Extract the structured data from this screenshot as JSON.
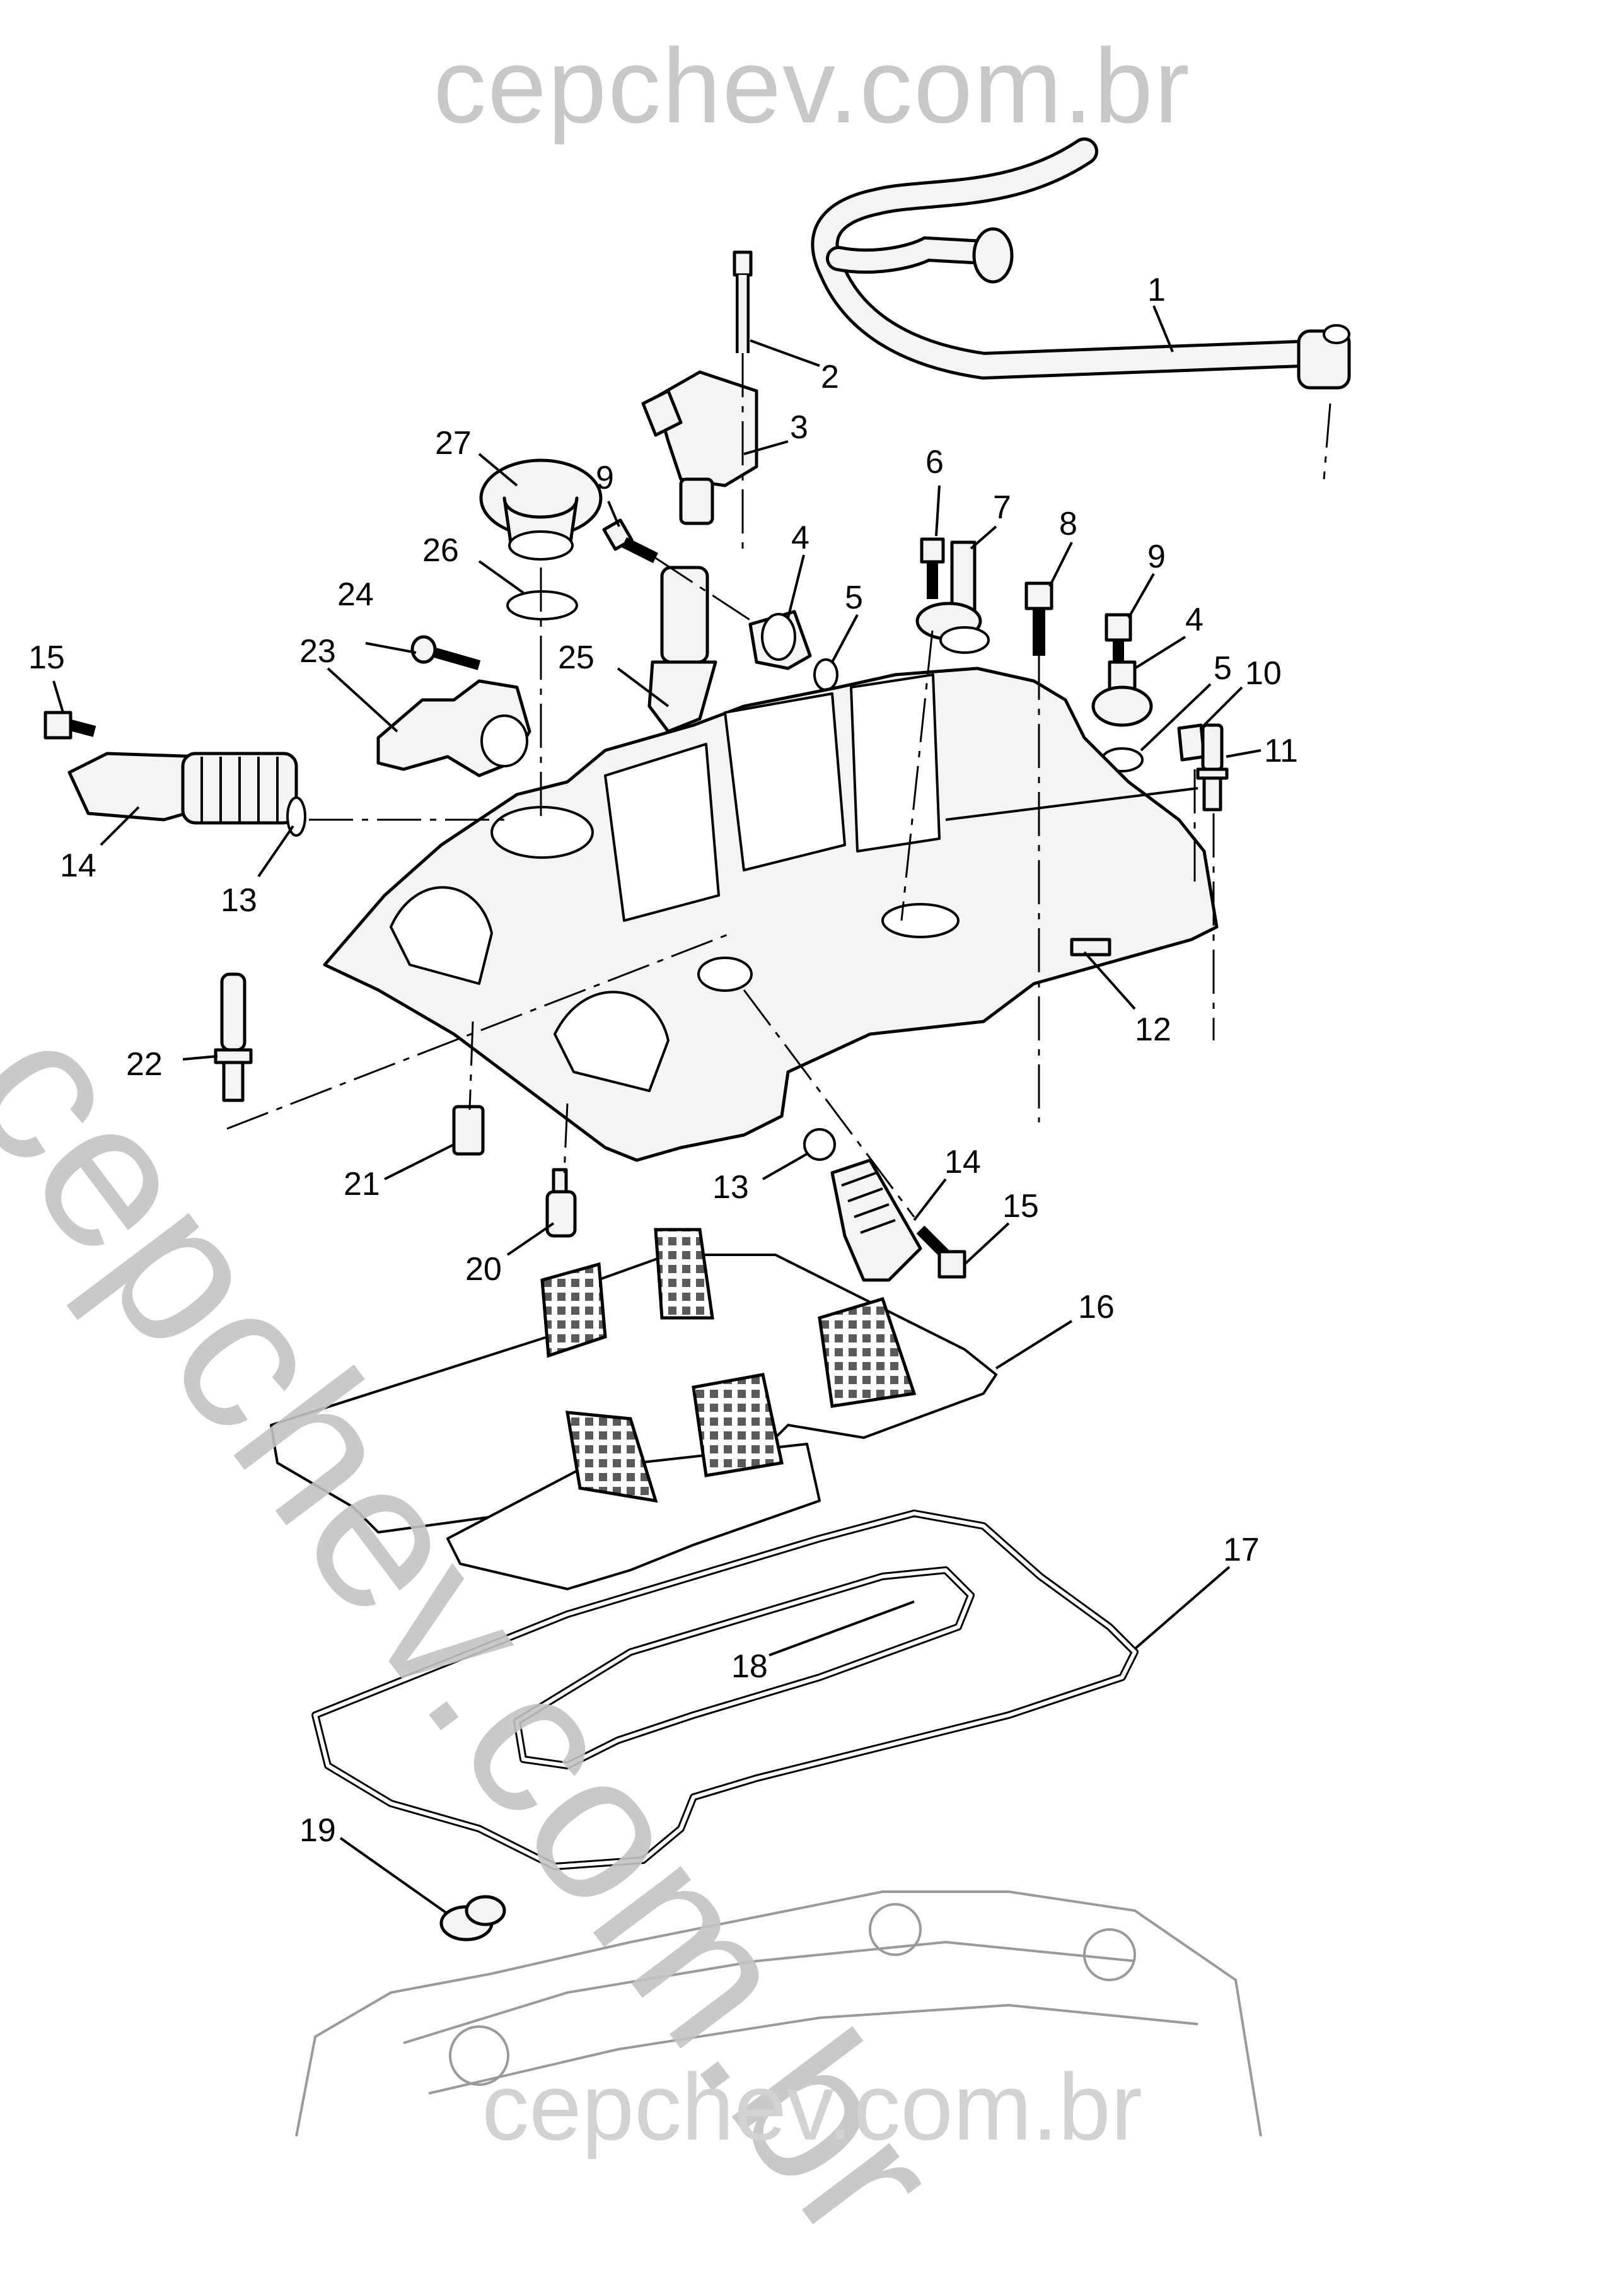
{
  "watermark": {
    "top": "cepchev.com.br",
    "diagonal": "cepchev.com.br",
    "bottom": "cepchev.com.br"
  },
  "callouts": [
    {
      "id": "c1",
      "label": "1"
    },
    {
      "id": "c2",
      "label": "2"
    },
    {
      "id": "c3",
      "label": "3"
    },
    {
      "id": "c4a",
      "label": "4"
    },
    {
      "id": "c4b",
      "label": "4"
    },
    {
      "id": "c5a",
      "label": "5"
    },
    {
      "id": "c5b",
      "label": "5"
    },
    {
      "id": "c6",
      "label": "6"
    },
    {
      "id": "c7",
      "label": "7"
    },
    {
      "id": "c8",
      "label": "8"
    },
    {
      "id": "c9a",
      "label": "9"
    },
    {
      "id": "c9b",
      "label": "9"
    },
    {
      "id": "c10",
      "label": "10"
    },
    {
      "id": "c11",
      "label": "11"
    },
    {
      "id": "c12",
      "label": "12"
    },
    {
      "id": "c13a",
      "label": "13"
    },
    {
      "id": "c13b",
      "label": "13"
    },
    {
      "id": "c14a",
      "label": "14"
    },
    {
      "id": "c14b",
      "label": "14"
    },
    {
      "id": "c15a",
      "label": "15"
    },
    {
      "id": "c15b",
      "label": "15"
    },
    {
      "id": "c16",
      "label": "16"
    },
    {
      "id": "c17",
      "label": "17"
    },
    {
      "id": "c18",
      "label": "18"
    },
    {
      "id": "c19",
      "label": "19"
    },
    {
      "id": "c20",
      "label": "20"
    },
    {
      "id": "c21",
      "label": "21"
    },
    {
      "id": "c22",
      "label": "22"
    },
    {
      "id": "c23",
      "label": "23"
    },
    {
      "id": "c24",
      "label": "24"
    },
    {
      "id": "c25",
      "label": "25"
    },
    {
      "id": "c26",
      "label": "26"
    },
    {
      "id": "c27",
      "label": "27"
    }
  ]
}
